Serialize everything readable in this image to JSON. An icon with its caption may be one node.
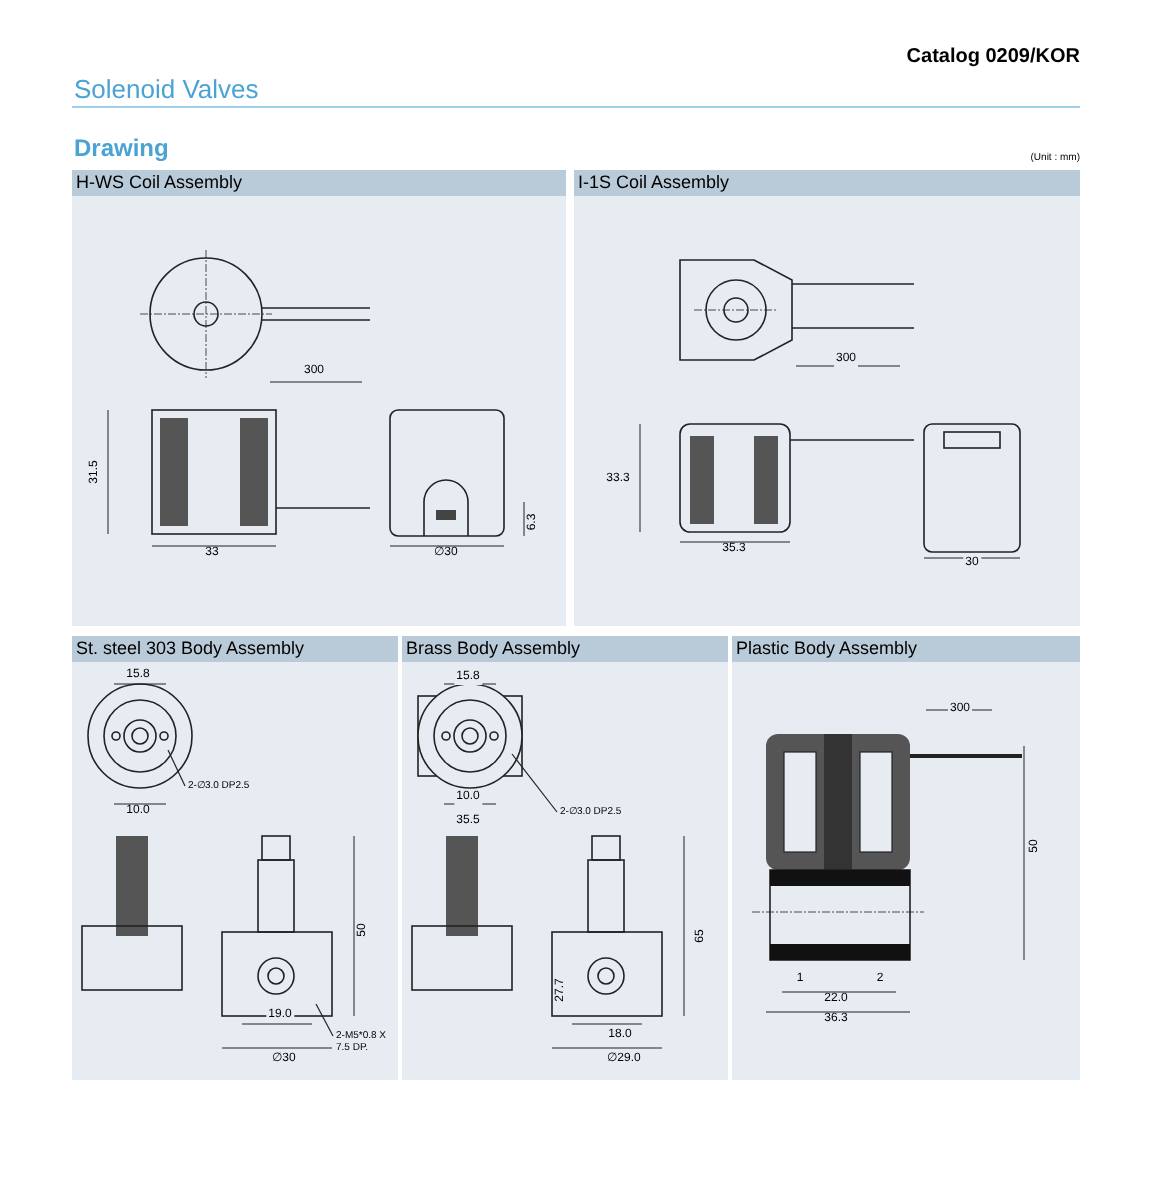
{
  "diagram": {
    "nodes": [
      {
        "text": [
          "H-WS Coil Assembly"
        ]
      },
      {
        "text": [
          "I-1S Coil Assembly"
        ]
      },
      {
        "text": [
          "St. steel 303 Body Assembly"
        ]
      },
      {
        "text": [
          "Brass Body Assembly"
        ]
      },
      {
        "text": [
          "Plastic Body Assembly"
        ]
      },
      {
        "text": [
          "2-∅3.0 DP2.5"
        ],
        "in": 2
      },
      {
        "text": [
          "2-M5*0.8 X 7.5 DP."
        ],
        "in": 2
      },
      {
        "text": [
          "2-∅3.0 DP2.5"
        ],
        "in": 3
      }
    ],
    "edges": [
      {
        "from": 5,
        "to": null,
        "arrow": "none"
      },
      {
        "from": 6,
        "to": null,
        "arrow": "none"
      },
      {
        "from": 7,
        "to": null,
        "arrow": "none"
      }
    ],
    "labels": [
      "Catalog 0209/KOR",
      "Solenoid Valves",
      "Drawing",
      "(Unit : mm)",
      "300",
      "31.5",
      "33",
      "∅30",
      "6.3",
      "300",
      "33.3",
      "35.3",
      "30",
      "15.8",
      "10.0",
      "50",
      "19.0",
      "∅30",
      "15.8",
      "10.0",
      "35.5",
      "65",
      "27.7",
      "18.0",
      "∅29.0",
      "300",
      "50",
      "1",
      "2",
      "22.0",
      "36.3"
    ]
  }
}
